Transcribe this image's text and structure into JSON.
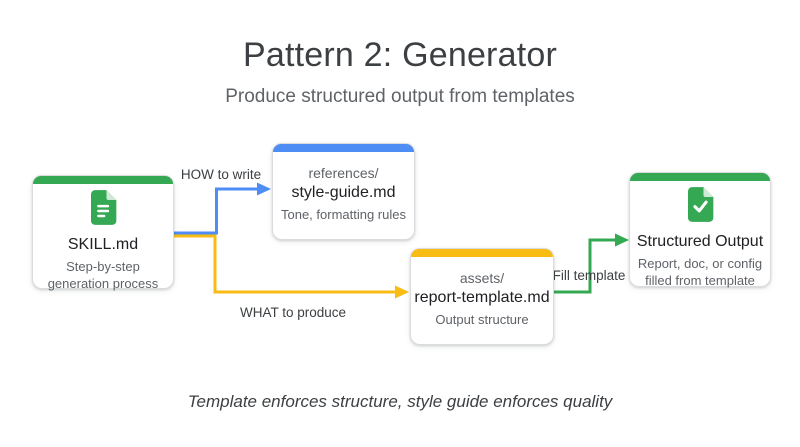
{
  "title": "Pattern 2: Generator",
  "subtitle": "Produce structured output from templates",
  "caption": "Template enforces structure, style guide enforces quality",
  "colors": {
    "green": "#34a853",
    "blue": "#4d8df4",
    "yellow": "#f9bc15",
    "heading": "#3c4043",
    "muted": "#5f6368"
  },
  "nodes": [
    {
      "id": "skill",
      "accent": "green",
      "icon": "document-lines-icon",
      "title": "SKILL.md",
      "description": "Step-by-step generation process"
    },
    {
      "id": "style-guide",
      "accent": "blue",
      "path": "references/",
      "title": "style-guide.md",
      "description": "Tone, formatting rules"
    },
    {
      "id": "report-template",
      "accent": "yellow",
      "path": "assets/",
      "title": "report-template.md",
      "description": "Output structure"
    },
    {
      "id": "structured-output",
      "accent": "green",
      "icon": "document-check-icon",
      "title": "Structured Output",
      "description": "Report, doc, or config filled from template"
    }
  ],
  "edges": [
    {
      "id": "how",
      "label": "HOW to write",
      "color": "blue",
      "from": "skill",
      "to": "style-guide"
    },
    {
      "id": "what",
      "label": "WHAT to produce",
      "color": "yellow",
      "from": "skill",
      "to": "report-template"
    },
    {
      "id": "fill",
      "label": "Fill template",
      "color": "green",
      "from": "report-template",
      "to": "structured-output"
    }
  ]
}
